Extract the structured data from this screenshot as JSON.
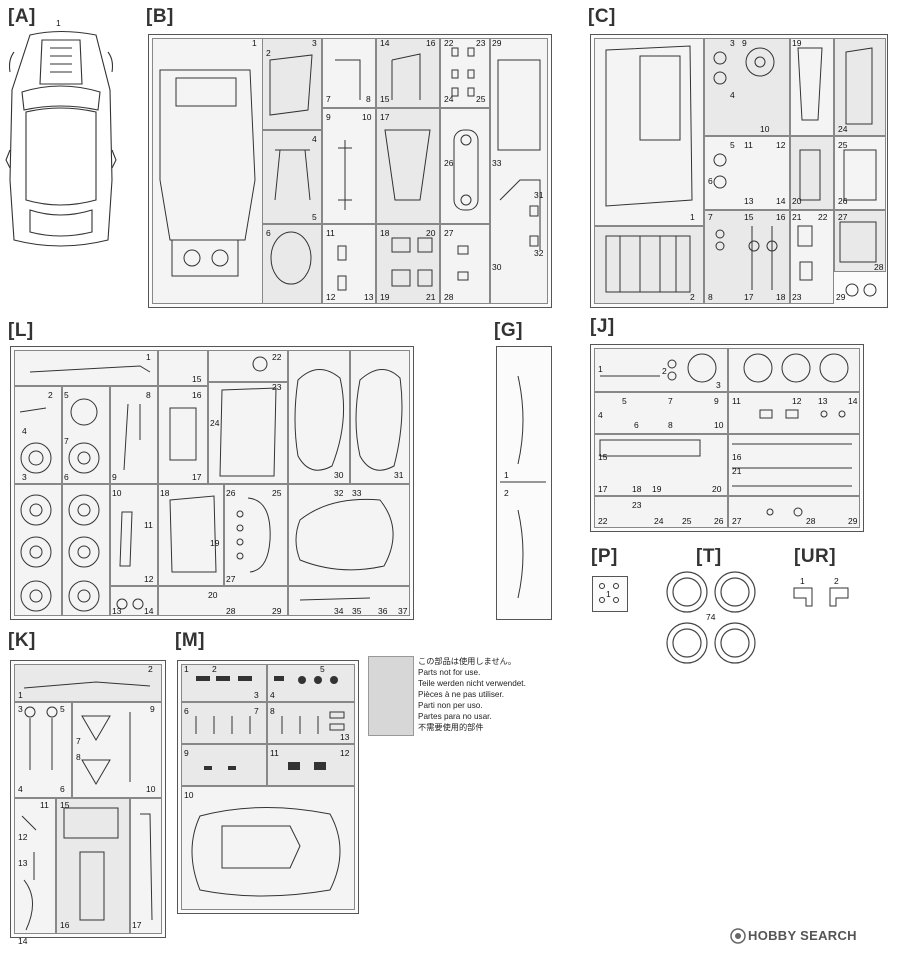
{
  "sprues": {
    "A": {
      "tag": "[A]",
      "nums": [
        "1"
      ]
    },
    "B": {
      "tag": "[B]",
      "nums": [
        "1",
        "2",
        "3",
        "4",
        "5",
        "6",
        "7",
        "8",
        "9",
        "10",
        "11",
        "12",
        "13",
        "14",
        "15",
        "16",
        "17",
        "18",
        "19",
        "20",
        "21",
        "22",
        "23",
        "24",
        "25",
        "26",
        "27",
        "28",
        "29",
        "30",
        "31",
        "32",
        "33"
      ]
    },
    "C": {
      "tag": "[C]",
      "nums": [
        "1",
        "2",
        "3",
        "4",
        "5",
        "6",
        "7",
        "8",
        "9",
        "10",
        "11",
        "12",
        "13",
        "14",
        "15",
        "16",
        "17",
        "18",
        "19",
        "20",
        "21",
        "22",
        "23",
        "24",
        "25",
        "26",
        "27",
        "28",
        "29"
      ]
    },
    "L": {
      "tag": "[L]",
      "nums": [
        "1",
        "2",
        "3",
        "4",
        "5",
        "6",
        "7",
        "8",
        "9",
        "10",
        "11",
        "12",
        "13",
        "14",
        "15",
        "16",
        "17",
        "18",
        "19",
        "20",
        "22",
        "23",
        "24",
        "25",
        "26",
        "27",
        "28",
        "29",
        "30",
        "31",
        "32",
        "33",
        "34",
        "35",
        "36",
        "37"
      ]
    },
    "G": {
      "tag": "[G]",
      "nums": [
        "1",
        "2"
      ]
    },
    "J": {
      "tag": "[J]",
      "nums": [
        "1",
        "2",
        "3",
        "4",
        "5",
        "6",
        "7",
        "8",
        "9",
        "10",
        "11",
        "12",
        "13",
        "14",
        "15",
        "16",
        "17",
        "18",
        "19",
        "20",
        "21",
        "22",
        "23",
        "24",
        "25",
        "26",
        "27",
        "28",
        "29"
      ]
    },
    "P": {
      "tag": "[P]",
      "nums": [
        "1"
      ]
    },
    "T": {
      "tag": "[T]",
      "nums": [
        "74"
      ]
    },
    "UR": {
      "tag": "[UR]",
      "nums": [
        "1",
        "2"
      ]
    },
    "K": {
      "tag": "[K]",
      "nums": [
        "1",
        "2",
        "3",
        "4",
        "5",
        "6",
        "7",
        "8",
        "9",
        "10",
        "11",
        "12",
        "13",
        "14",
        "15",
        "16",
        "17"
      ]
    },
    "M": {
      "tag": "[M]",
      "nums": [
        "1",
        "2",
        "3",
        "4",
        "5",
        "6",
        "7",
        "8",
        "9",
        "10",
        "11",
        "12",
        "13"
      ]
    }
  },
  "legend": {
    "lines": [
      "この部品は使用しません。",
      "Parts not for use.",
      "Teile werden nicht verwendet.",
      "Pièces à ne pas utiliser.",
      "Parti non per uso.",
      "Partes para no usar.",
      "不需要使用的部件"
    ]
  },
  "watermark": {
    "text": "HOBBY SEARCH",
    "icon": "hobbysearch-logo-icon"
  }
}
